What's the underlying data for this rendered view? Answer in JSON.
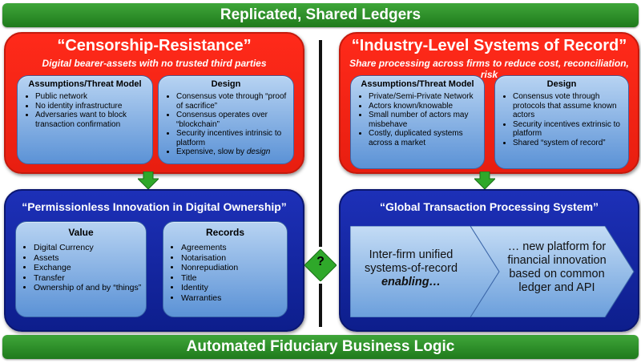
{
  "top_bar": "Replicated, Shared Ledgers",
  "bottom_bar": "Automated Fiduciary Business Logic",
  "center_symbol": "?",
  "colors": {
    "green": "#2a8f26",
    "red": "#f52414",
    "blue": "#12249e",
    "card": "#8fb6e6"
  },
  "left_top": {
    "title": "“Censorship-Resistance”",
    "subtitle": "Digital bearer-assets with no trusted third parties",
    "assumptions": {
      "heading": "Assumptions/Threat Model",
      "items": [
        "Public network",
        "No identity infrastructure",
        "Adversaries want to block transaction confirmation"
      ]
    },
    "design": {
      "heading": "Design",
      "items": [
        "Consensus vote through “proof of sacrifice”",
        "Consensus operates over “blockchain”",
        "Security incentives intrinsic to platform",
        "Expensive, slow by "
      ],
      "last_item_emphasis": "design"
    }
  },
  "right_top": {
    "title": "“Industry-Level Systems of Record”",
    "subtitle": "Share processing across firms to reduce cost, reconciliation, risk",
    "assumptions": {
      "heading": "Assumptions/Threat Model",
      "items": [
        "Private/Semi-Private Network",
        "Actors known/knowable",
        "Small number of actors may misbehave",
        "Costly, duplicated systems across a market"
      ]
    },
    "design": {
      "heading": "Design",
      "items": [
        "Consensus vote through protocols that assume known actors",
        "Security incentives extrinsic to platform",
        "Shared “system of record”"
      ]
    }
  },
  "left_bottom": {
    "title": "“Permissionless Innovation in Digital Ownership”",
    "value": {
      "heading": "Value",
      "items": [
        "Digital Currency",
        "Assets",
        "Exchange",
        "Transfer",
        "Ownership of and by “things”"
      ]
    },
    "records": {
      "heading": "Records",
      "items": [
        "Agreements",
        "Notarisation",
        "Nonrepudiation",
        "Title",
        "Identity",
        "Warranties"
      ]
    }
  },
  "right_bottom": {
    "title": "“Global Transaction Processing System”",
    "chevron_1": "Inter-firm unified systems-of-record",
    "chevron_1_emphasis": "enabling…",
    "chevron_2": "… new platform for financial innovation based on common ledger and API"
  }
}
